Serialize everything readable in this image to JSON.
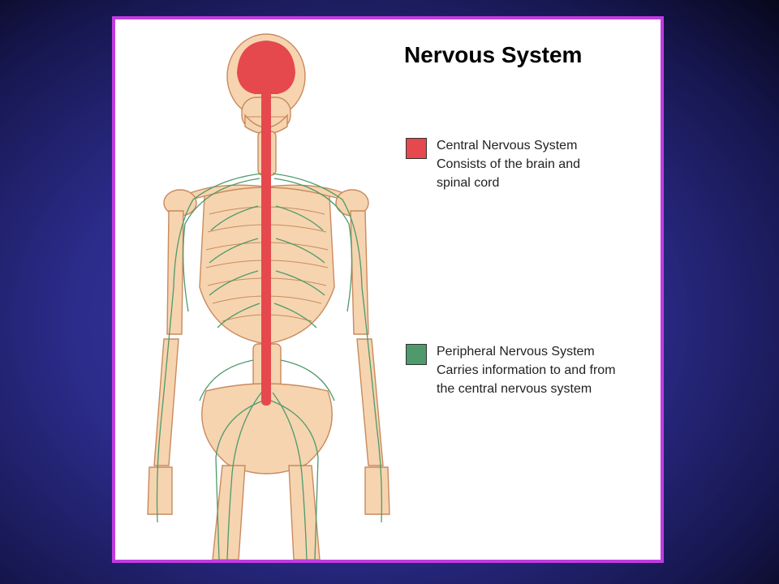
{
  "title": "Nervous System",
  "colors": {
    "cns": "#e5484d",
    "pns": "#4e9a6a",
    "bone": "#f6d4b0",
    "bone_outline": "#c98a5e",
    "border": "#c03ce0"
  },
  "legend": [
    {
      "key": "cns",
      "name": "Central Nervous System",
      "line2": "Consists of the brain and",
      "line3": "spinal cord"
    },
    {
      "key": "pns",
      "name": "Peripheral Nervous System",
      "line2": "Carries information to and from",
      "line3": "the central nervous system"
    }
  ]
}
